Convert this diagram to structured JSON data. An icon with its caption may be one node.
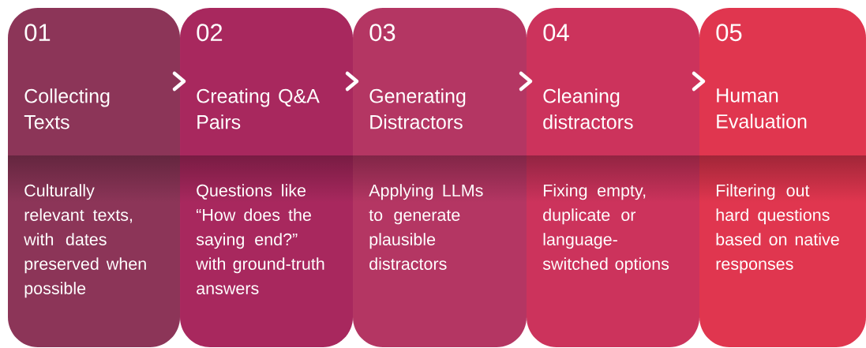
{
  "diagram": {
    "nodes": [
      {
        "text": [
          "01",
          "Collecting Texts",
          "Culturally relevant texts, with dates preserved when possible"
        ]
      },
      {
        "text": [
          "02",
          "Creating Q&A Pairs",
          "Questions like “How does the saying end?” with ground-truth answers"
        ]
      },
      {
        "text": [
          "03",
          "Generating Distractors",
          "Applying LLMs to generate plausible distractors"
        ]
      },
      {
        "text": [
          "04",
          "Cleaning distractors",
          "Fixing empty, duplicate or language-switched options"
        ]
      },
      {
        "text": [
          "05",
          "Human Evaluation",
          "Filtering out hard questions based on native responses"
        ]
      }
    ],
    "edges": [
      {
        "from": 0,
        "to": 1,
        "arrow": "to"
      },
      {
        "from": 1,
        "to": 2,
        "arrow": "to"
      },
      {
        "from": 2,
        "to": 3,
        "arrow": "to"
      },
      {
        "from": 3,
        "to": 4,
        "arrow": "to"
      }
    ]
  }
}
